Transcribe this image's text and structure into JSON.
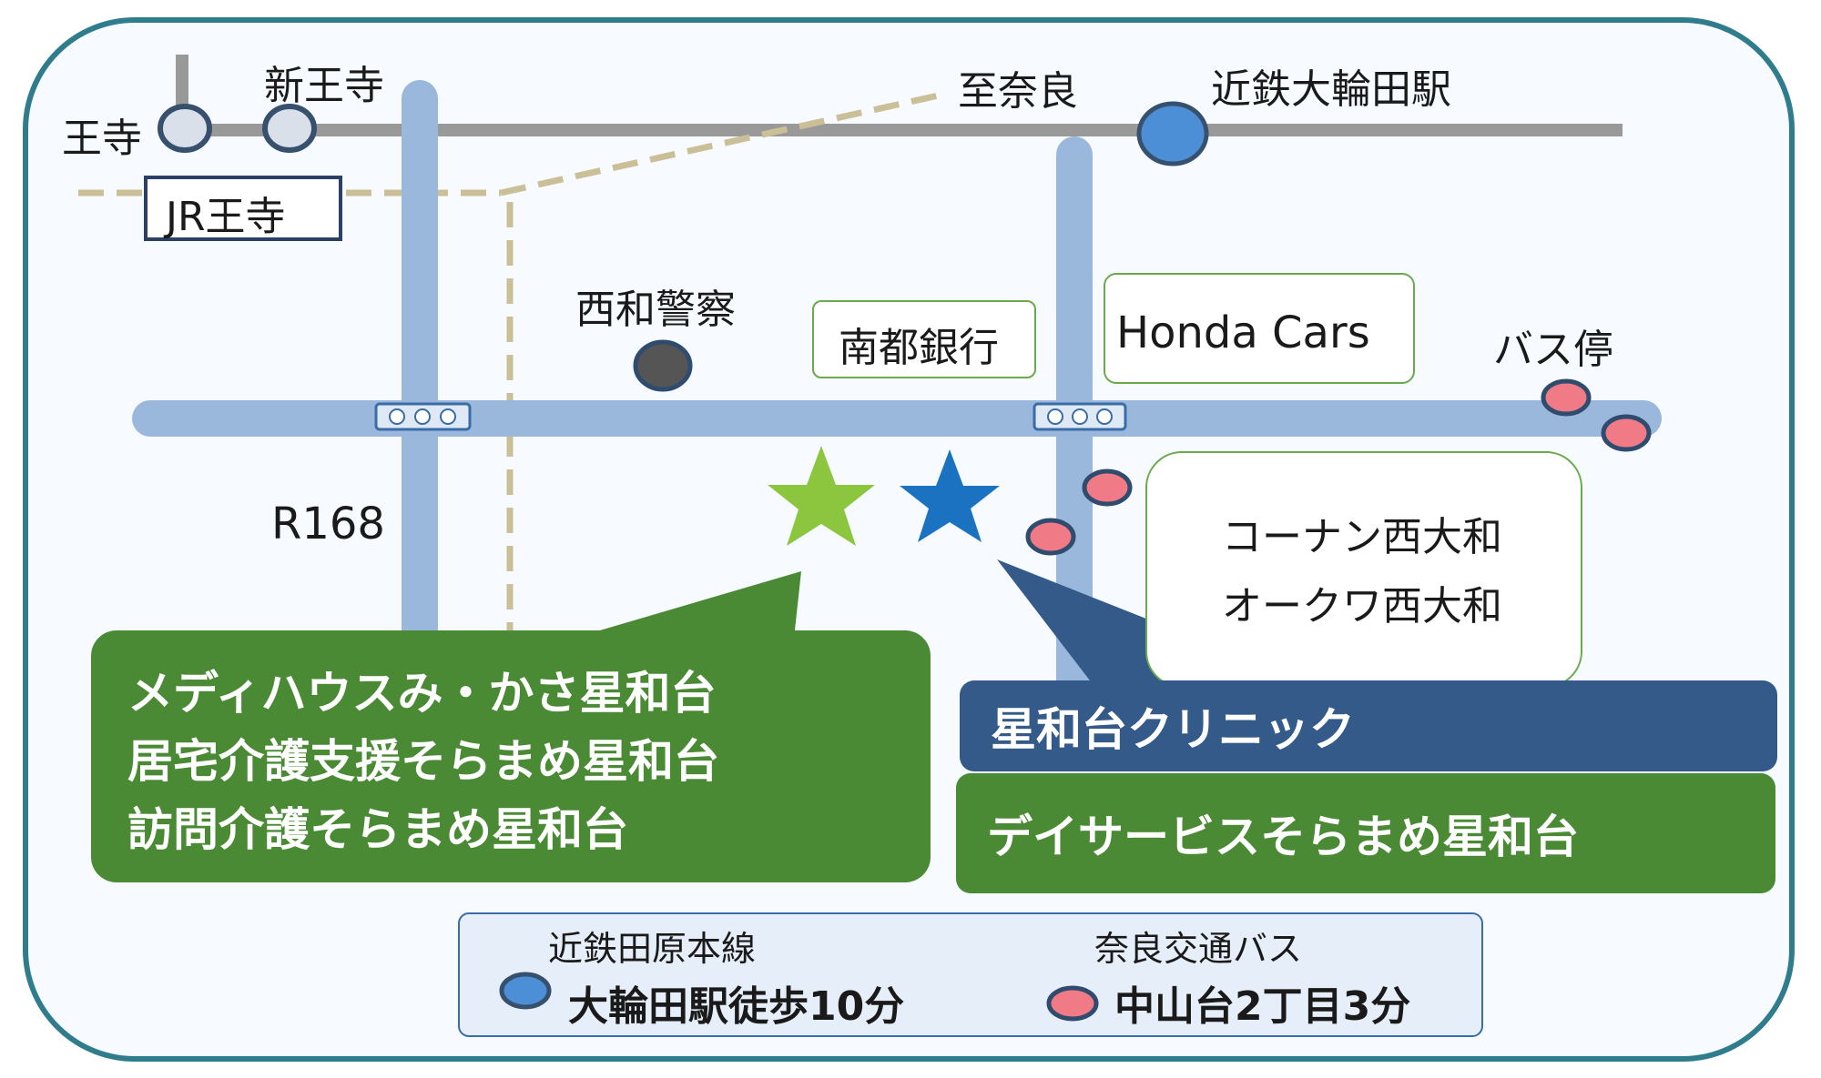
{
  "colors": {
    "frame_border": "#2f7d8c",
    "frame_fill": "#f7fbff",
    "road": "#9ab7dc",
    "rail": "#999999",
    "jr_dashed": "#cbbf97",
    "station_blue": "#4d8fd6",
    "bus_stop_pink": "#f07b86",
    "police_dark": "#555555",
    "green_box_border": "#6aaa4c",
    "callout_green": "#4a8a34",
    "callout_navy": "#345a8a",
    "star_green": "#8cc63e",
    "star_blue": "#1a72c0"
  },
  "stations": {
    "ouji": "王寺",
    "shin_ouji": "新王寺",
    "jr_ouji": "JR王寺",
    "to_nara": "至奈良",
    "kintetsu_owada": "近鉄大輪田駅"
  },
  "landmarks": {
    "police": "西和警察",
    "bank": "南都銀行",
    "honda": "Honda Cars",
    "bus_stop": "バス停",
    "route": "R168",
    "store_1": "コーナン西大和",
    "store_2": "オークワ西大和"
  },
  "callouts": {
    "green_lines": [
      "メディハウスみ・かさ星和台",
      "居宅介護支援そらまめ星和台",
      "訪問介護そらまめ星和台"
    ],
    "clinic": "星和台クリニック",
    "day_service": "デイサービスそらまめ星和台"
  },
  "legend": {
    "line_title": "近鉄田原本線",
    "line_value": "大輪田駅徒歩10分",
    "bus_title": "奈良交通バス",
    "bus_value": "中山台2丁目3分"
  }
}
